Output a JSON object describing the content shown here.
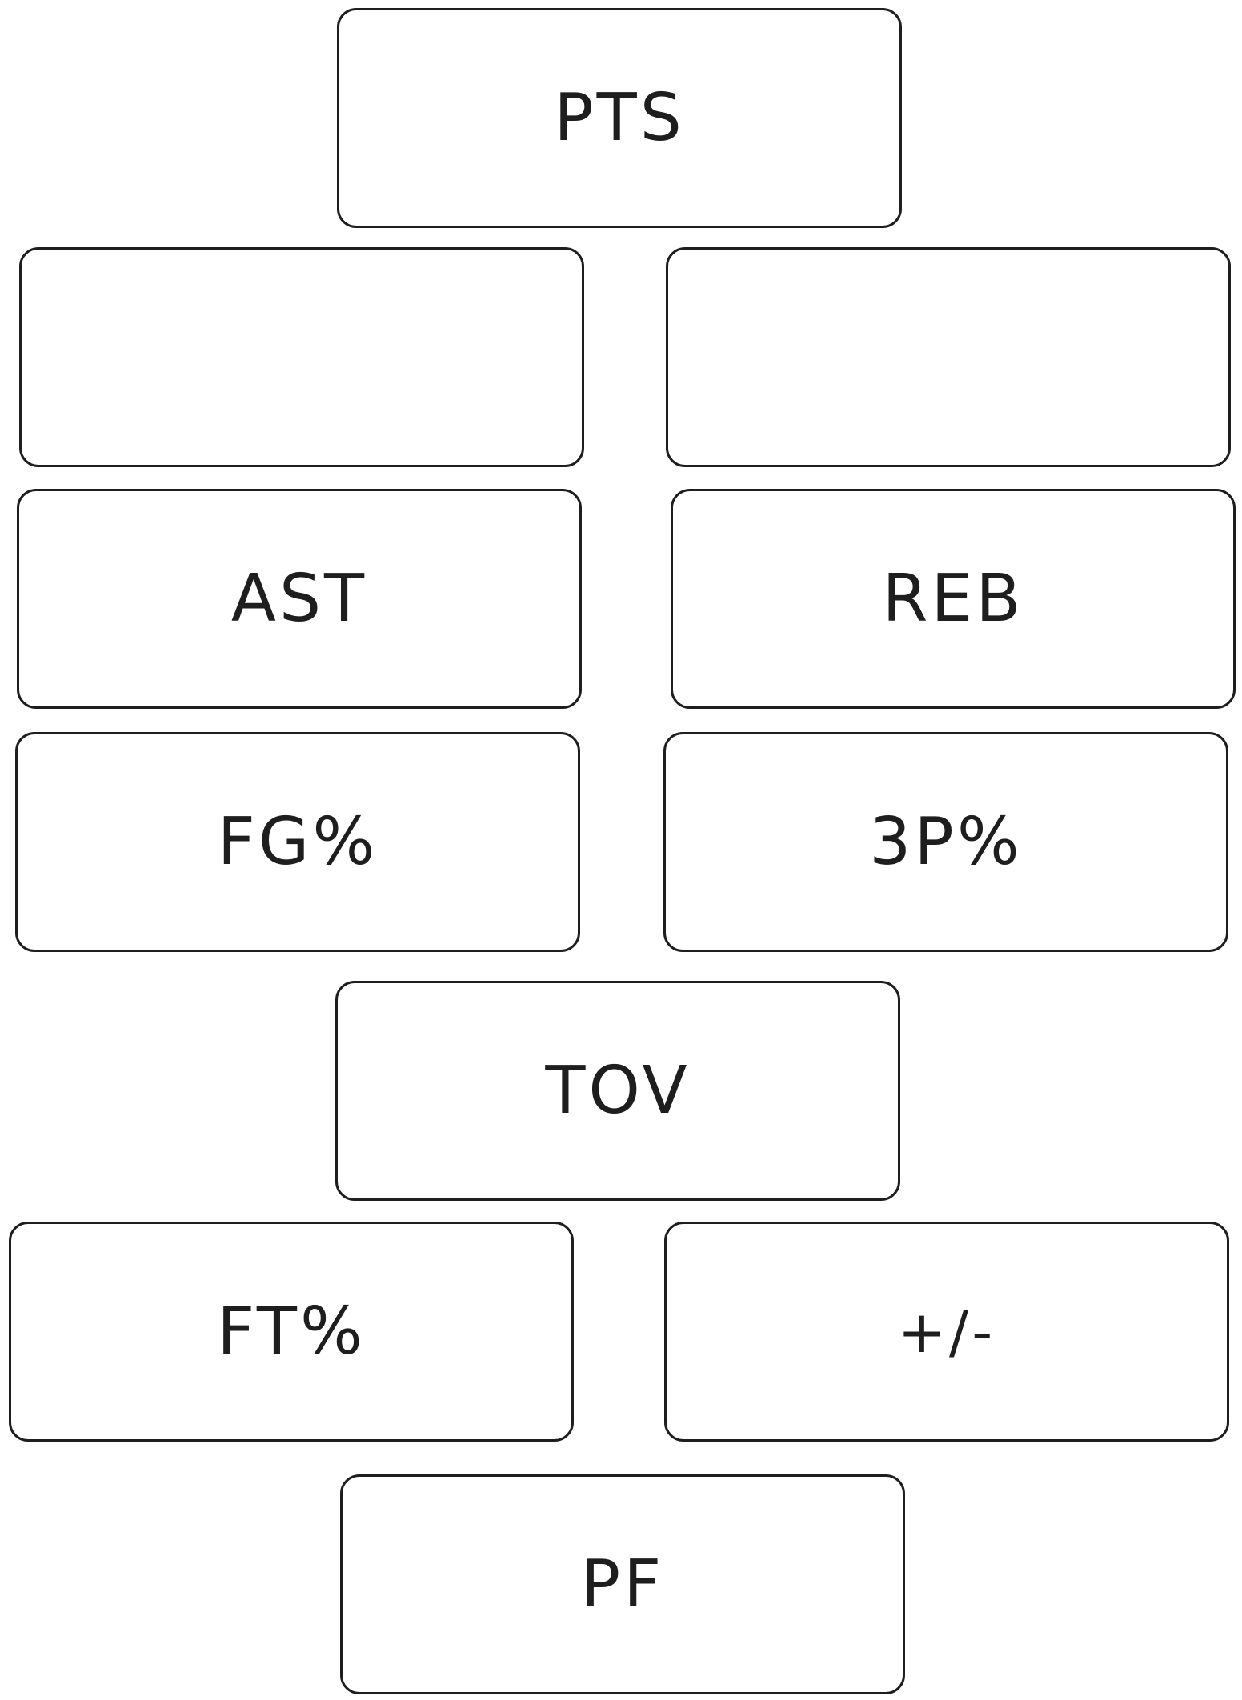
{
  "boxes": {
    "pts": "PTS",
    "empty_left": "",
    "empty_right": "",
    "ast": "AST",
    "reb": "REB",
    "fg_pct": "FG%",
    "three_p_pct": "3P%",
    "tov": "TOV",
    "ft_pct": "FT%",
    "plus_minus": "+/-",
    "pf": "PF"
  },
  "colors": {
    "stroke": "#1e1e1e",
    "background": "#ffffff"
  }
}
